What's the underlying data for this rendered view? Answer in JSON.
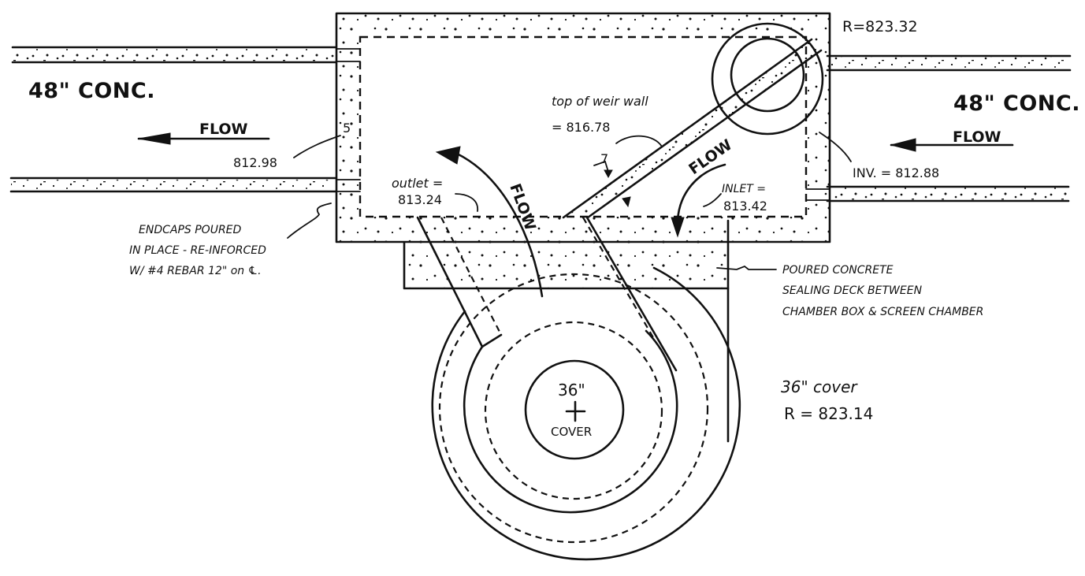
{
  "drawing": {
    "title": "Chamber box with weir wall and screen chamber — plan view sketch",
    "pipes": {
      "left": {
        "label": "48\" CONC.",
        "flow_label": "FLOW",
        "flow_direction": "left",
        "invert": "812.98"
      },
      "right": {
        "label": "48\" CONC.",
        "flow_label": "FLOW",
        "flow_direction": "left",
        "invert": "INV. = 812.88"
      }
    },
    "rim_label": "R=823.32",
    "weir": {
      "label_line1": "top of weir wall",
      "label_line2": "= 816.78",
      "flow_label": "FLOW"
    },
    "outlet": {
      "label_line1": "outlet =",
      "label_line2": "813.24",
      "flow_label": "FLOW"
    },
    "inlet": {
      "label_line1": "INLET =",
      "label_line2": "813.42"
    },
    "endcaps_note": [
      "ENDCAPS POURED",
      "IN PLACE - RE-INFORCED",
      "W/ #4 REBAR 12\" on ℄."
    ],
    "deck_note": [
      "POURED CONCRETE",
      "SEALING DECK BETWEEN",
      "CHAMBER BOX & SCREEN CHAMBER"
    ],
    "screen_chamber": {
      "center_label_top": "36\"",
      "center_label_bottom": "COVER",
      "cover_note_line1": "36\" cover",
      "cover_note_line2": "R = 823.14"
    },
    "misc_marks": {
      "weir_thickness_mark": "7",
      "endcap_mark": "5"
    }
  }
}
